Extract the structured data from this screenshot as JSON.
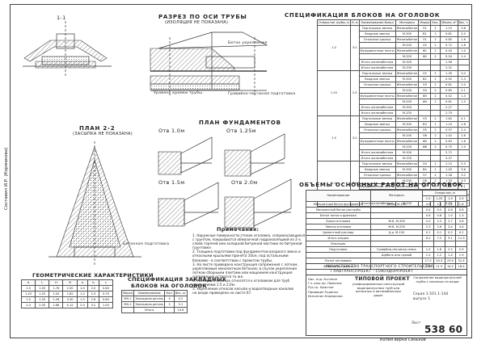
{
  "sections": {
    "section_1_1": "1-1",
    "section_pipe": "РАЗРЕЗ ПО ОСИ ТРУБЫ",
    "section_pipe_sub": "(ИЗОЛЯЦИЯ НЕ ПОКАЗАНА)",
    "plan_2_2": "ПЛАН 2-2",
    "plan_2_2_sub": "(ЗАСЫПКА НЕ ПОКАЗАНА)",
    "plan_foundations": "ПЛАН ФУНДАМЕНТОВ",
    "spec_blocks": "СПЕЦИФИКАЦИЯ БЛОКОВ НА ОГОЛОВОК",
    "works_volume": "ОБЪЕМЫ ОСНОВНЫХ РАБОТ НА ОГОЛОВОК",
    "geometry": "ГЕОМЕТРИЧЕСКИЕ ХАРАКТЕРИСТИКИ",
    "embedded_spec_1": "СПЕЦИФИКАЦИЯ ЗАКЛАДНЫХ",
    "embedded_spec_2": "БЛОКОВ НА ОГОЛОВОК",
    "notes_title": "Примечания:"
  },
  "openings": [
    "Отв 1.0м",
    "Отв 1.25м",
    "Отв 1.5м",
    "Отв 2.0м"
  ],
  "drawing_labels": {
    "concrete_block": "Бетон укрепления",
    "water_level": "Уровень кромки трубы",
    "concrete_prep": "Бетонная подготовка",
    "gravel": "Гравийно-песчаная подготовка"
  },
  "side_text": "Составил  И.Р.  (Кормакова)",
  "spec_headers": [
    "Отверстие трубы, м",
    "Н, м",
    "Наименование блока",
    "Материал",
    "Марка",
    "Кол.",
    "Объем, м³",
    "Вес, т"
  ],
  "spec_groups": [
    {
      "opening": "1.0",
      "h": "3.0",
      "rows": [
        [
          "Портальные звенья",
          "Железобетон",
          "Л1",
          "2",
          "1.15",
          "3.8"
        ],
        [
          "Входные звенья",
          "М-300",
          "В1",
          "1",
          "0.81",
          "2.0"
        ],
        [
          "Откосные крылья",
          "Железобетон",
          "О1",
          "2",
          "0.65",
          "1.6"
        ],
        [
          "",
          "М-200",
          "О2",
          "2",
          "0.72",
          "1.8"
        ],
        [
          "Фундаментные плиты",
          "Железобетон",
          "Ф1",
          "2",
          "0.40",
          "1.0"
        ],
        [
          "",
          "М-200",
          "Ф2",
          "2",
          "0.54",
          "1.4"
        ],
        [
          "Итого железобетона",
          "М-300",
          "",
          "",
          "1.96",
          ""
        ],
        [
          "Итого железобетона",
          "М-200",
          "",
          "",
          "2.31",
          ""
        ]
      ]
    },
    {
      "opening": "1.25",
      "h": "2.5",
      "rows": [
        [
          "Портальные звенья",
          "Железобетон",
          "Л2",
          "2",
          "1.35",
          "3.4"
        ],
        [
          "Входные звенья",
          "М-300",
          "В2",
          "1",
          "0.92",
          "2.3"
        ],
        [
          "Откосные крылья",
          "Железобетон",
          "О3",
          "2",
          "0.81",
          "2.0"
        ],
        [
          "",
          "М-200",
          "О4",
          "2",
          "0.85",
          "2.1"
        ],
        [
          "Фундаментные плиты",
          "Железобетон",
          "Ф3",
          "2",
          "0.52",
          "1.3"
        ],
        [
          "",
          "М-200",
          "Ф4",
          "2",
          "0.61",
          "1.5"
        ],
        [
          "Итого железобетона",
          "М-300",
          "",
          "",
          "2.27",
          ""
        ],
        [
          "Итого железобетона",
          "М-200",
          "",
          "",
          "2.79",
          ""
        ]
      ]
    },
    {
      "opening": "1.5",
      "h": "3.0",
      "rows": [
        [
          "Портальные звенья",
          "Железобетон",
          "Л3",
          "2",
          "1.62",
          "4.1"
        ],
        [
          "Входные звенья",
          "М-300",
          "В3",
          "1",
          "1.10",
          "2.8"
        ],
        [
          "Откосные крылья",
          "Железобетон",
          "О5",
          "2",
          "0.97",
          "2.4"
        ],
        [
          "",
          "М-200",
          "О6",
          "2",
          "1.02",
          "2.6"
        ],
        [
          "Фундаментные плиты",
          "Железобетон",
          "Ф5",
          "2",
          "0.63",
          "1.6"
        ],
        [
          "",
          "М-200",
          "Ф6",
          "2",
          "0.75",
          "1.9"
        ],
        [
          "Итого железобетона",
          "М-300",
          "",
          "",
          "2.72",
          ""
        ],
        [
          "Итого железобетона",
          "М-200",
          "",
          "",
          "3.37",
          ""
        ]
      ]
    },
    {
      "opening": "2.0",
      "h": "3.0",
      "rows": [
        [
          "Портальные звенья",
          "Железобетон",
          "Л4",
          "2",
          "2.10",
          "5.3"
        ],
        [
          "Входные звенья",
          "М-300",
          "В4",
          "1",
          "1.45",
          "3.6"
        ],
        [
          "Откосные крылья",
          "Железобетон",
          "О7",
          "2",
          "1.28",
          "3.2"
        ],
        [
          "",
          "М-200",
          "О8",
          "2",
          "1.33",
          "3.3"
        ],
        [
          "Фундаментные плиты",
          "Железобетон",
          "Ф7",
          "2",
          "0.82",
          "2.1"
        ],
        [
          "",
          "М-200",
          "Ф8",
          "2",
          "0.96",
          "2.4"
        ],
        [
          "Итого железобетона",
          "М-300",
          "",
          "",
          "3.55",
          ""
        ],
        [
          "Итого железобетона",
          "М-200",
          "",
          "",
          "4.39",
          ""
        ]
      ]
    }
  ],
  "works_headers": [
    "Наименование",
    "Материал",
    "1.0",
    "1.25",
    "1.5",
    "2.0"
  ],
  "works_header_group": "Отверстие, м",
  "works_rows": [
    [
      "Монолитный бетон фундамента",
      "Бетон М-150",
      "0.8",
      "1.0",
      "1.2",
      "1.6"
    ],
    [
      "Монолитный бетон раструба",
      "",
      "0.4",
      "0.5",
      "0.6",
      "0.8"
    ],
    [
      "Бетон лотка и дренажа",
      "",
      "0.6",
      "0.8",
      "1.0",
      "1.3"
    ],
    [
      "Блоки оголовка",
      "Ж.б. М-300",
      "2.0",
      "2.3",
      "2.7",
      "3.6"
    ],
    [
      "Звенья оголовка",
      "Ж.б. М-200",
      "2.3",
      "2.8",
      "3.4",
      "4.4"
    ],
    [
      "Цементный раствор",
      "Ц.р. М-150",
      "0.1",
      "0.1",
      "0.2",
      "0.2"
    ],
    [
      "Итого кладки",
      "",
      "6.2",
      "7.5",
      "9.1",
      "11.9"
    ],
    [
      "Изоляция",
      "",
      "",
      "",
      "",
      ""
    ],
    [
      "Подготовка",
      "Гравийно-песчаная смесь",
      "1.5",
      "1.8",
      "2.2",
      "2.9"
    ],
    [
      "",
      "Щебень или гравий",
      "1.0",
      "1.2",
      "1.4",
      "1.9"
    ],
    [
      "Рытье котлована",
      "",
      "17.5",
      "20.3",
      "23.9",
      "31.4"
    ],
    [
      "Засыпка котлована",
      "",
      "10.2",
      "11.9",
      "14.0",
      "18.4"
    ]
  ],
  "geom_headers": [
    "d",
    "L",
    "H",
    "B",
    "a",
    "b",
    "c"
  ],
  "geom_rows": [
    [
      "1.0",
      "1.05",
      "1.76",
      "2.50",
      "1.0",
      "2.0",
      "0.60"
    ],
    [
      "1.25",
      "1.25",
      "2.04",
      "2.82",
      "1.2",
      "2.3",
      "0.70"
    ],
    [
      "1.5",
      "1.55",
      "2.36",
      "3.30",
      "1.5",
      "2.6",
      "0.80"
    ],
    [
      "2.0",
      "2.05",
      "2.86",
      "4.12",
      "2.0",
      "3.2",
      "1.00"
    ]
  ],
  "embedded_headers": [
    "Марка",
    "Наименование",
    "Кол.",
    "Вес, кг"
  ],
  "embedded_rows": [
    [
      "МН-1",
      "Закладная деталь",
      "4",
      "4.2"
    ],
    [
      "МН-2",
      "Закладная деталь",
      "2",
      "3.1"
    ],
    [
      "",
      "Итого",
      "",
      "14.6"
    ]
  ],
  "notes": [
    "1. Наружные поверхности стенок оголовка, соприкасающиеся",
    "   с грунтом, покрываются обмазочной гидроизоляцией из 2-х",
    "   слоев горячей или холодной битумной мастики по битумной",
    "   грунтовке.",
    "2. Толщина подготовки под фундаментом входного звена и",
    "   откосными крыльями принята 10см, под остальными",
    "   блоками - в соответствии с проектом трубы.",
    "3. На листе приведена конструкция сопряжения с лотком,",
    "   укрепляемым монолитным бетоном; в случае укрепления",
    "   лотком сборными плитами или мощением конструкция",
    "   сопряжения остается та же.",
    "4. Размеры в скобках относятся к оголовкам для труб",
    "   отверстиями 1.5 и 2.0м.",
    "5. Укрепление откосов насыпи и водоотводных каналов",
    "   на входе приведено на листе 67."
  ],
  "title_block": {
    "ministry": "МИНИСТЕРСТВО ТРАНСПОРТНОГО СТРОИТЕЛЬСТВА",
    "institute": "ГЛАВТРАНСПРОЕКТ - СОЮЗДОРПРОЕКТ",
    "doc_type": "ТИПОВОЙ ПРОЕКТ",
    "project_desc": "унифицированных конструкций водопропускных труб для железных и автомобильных дорог",
    "sheet_title": "Сопряжение водопропускной трубы с насыпью на входе",
    "series": "Серия 3.501.1-144",
    "issue": "выпуск 1",
    "sheet_label": "Лист",
    "sheet_no": "538",
    "page_no": "60",
    "roles": [
      [
        "Нач. отд.",
        "Коганов"
      ],
      [
        "Гл. инж.пр.",
        "Пименов"
      ],
      [
        "Рук.гр.",
        "Краснов"
      ],
      [
        "Проверил",
        "Руденко"
      ],
      [
        "Исполнил",
        "Кормакова"
      ]
    ]
  },
  "bottom_signature": "Копия верна  Сеньков"
}
